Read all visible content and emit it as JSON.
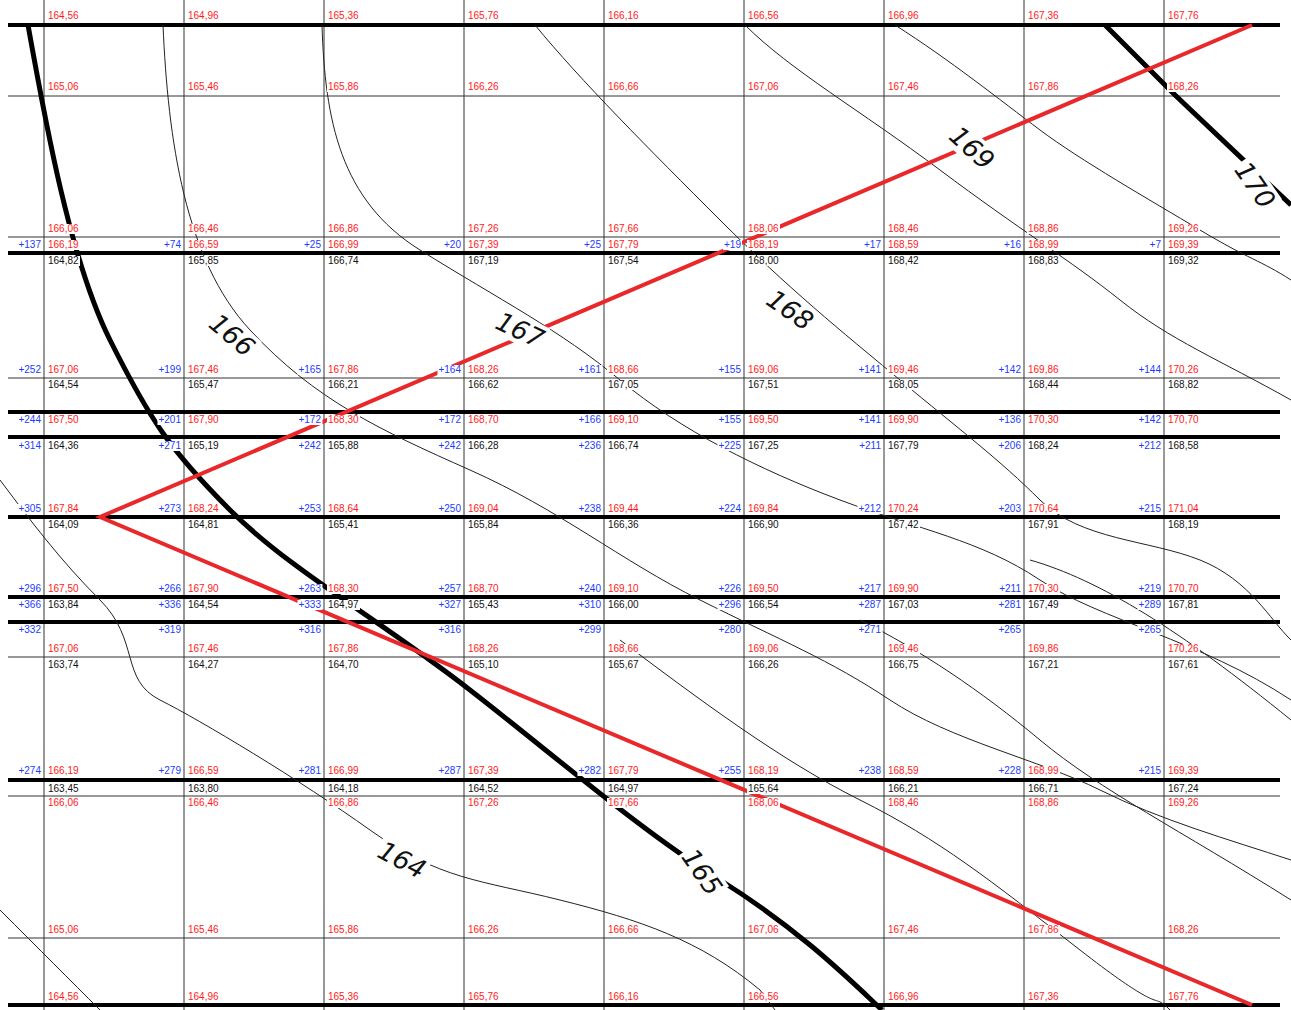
{
  "diagram": {
    "labels": [
      "164,56",
      "164,96",
      "165,36",
      "165,76",
      "166,16",
      "166,56",
      "166,96",
      "167,36",
      "167,76",
      "165,06",
      "165,46",
      "165,86",
      "166,26",
      "166,66",
      "167,06",
      "167,46",
      "167,86",
      "168,26",
      "166,06",
      "166,46",
      "166,86",
      "167,26",
      "167,66",
      "168,06",
      "168,46",
      "168,86",
      "169,26",
      "+137",
      "+74",
      "+25",
      "+20",
      "+25",
      "+19",
      "+17",
      "+16",
      "+7",
      "166,19",
      "166,59",
      "166,99",
      "167,39",
      "167,79",
      "168,19",
      "168,59",
      "168,99",
      "169,39",
      "164,82",
      "165,85",
      "166,74",
      "167,19",
      "167,54",
      "168,00",
      "168,42",
      "168,83",
      "169,32",
      "+252",
      "+199",
      "+165",
      "+164",
      "+161",
      "+155",
      "+141",
      "+142",
      "+144",
      "167,06",
      "167,46",
      "167,86",
      "168,26",
      "168,66",
      "169,06",
      "169,46",
      "169,86",
      "170,26",
      "164,54",
      "165,47",
      "166,21",
      "166,62",
      "167,05",
      "167,51",
      "168,05",
      "168,44",
      "168,82",
      "+244",
      "+201",
      "+172",
      "+172",
      "+166",
      "+155",
      "+141",
      "+136",
      "+142",
      "167,50",
      "167,90",
      "168,30",
      "168,70",
      "169,10",
      "169,50",
      "169,90",
      "170,30",
      "170,70",
      "+314",
      "+271",
      "+242",
      "+242",
      "+236",
      "+225",
      "+211",
      "+206",
      "+212",
      "164,36",
      "165,19",
      "165,88",
      "166,28",
      "166,74",
      "167,25",
      "167,79",
      "168,24",
      "168,58",
      "+305",
      "+273",
      "+253",
      "+250",
      "+238",
      "+224",
      "+212",
      "+203",
      "+215",
      "167,84",
      "168,24",
      "168,64",
      "169,04",
      "169,44",
      "169,84",
      "170,24",
      "170,64",
      "171,04",
      "164,09",
      "164,81",
      "165,41",
      "165,84",
      "166,36",
      "166,90",
      "167,42",
      "167,91",
      "168,19",
      "+296",
      "+266",
      "+263",
      "+257",
      "+240",
      "+226",
      "+217",
      "+211",
      "+219",
      "167,50",
      "167,90",
      "168,30",
      "168,70",
      "169,10",
      "169,50",
      "169,90",
      "170,30",
      "170,70",
      "+366",
      "+336",
      "+333",
      "+327",
      "+310",
      "+296",
      "+287",
      "+281",
      "+289",
      "163,84",
      "164,54",
      "164,97",
      "165,43",
      "166,00",
      "166,54",
      "167,03",
      "167,49",
      "167,81",
      "+332",
      "+319",
      "+316",
      "+316",
      "+299",
      "+280",
      "+271",
      "+265",
      "+265",
      "167,06",
      "167,46",
      "167,86",
      "168,26",
      "168,66",
      "169,06",
      "169,46",
      "169,86",
      "170,26",
      "163,74",
      "164,27",
      "164,70",
      "165,10",
      "165,67",
      "166,26",
      "166,75",
      "167,21",
      "167,61",
      "+274",
      "+279",
      "+281",
      "+287",
      "+282",
      "+255",
      "+238",
      "+228",
      "+215",
      "166,19",
      "166,59",
      "166,99",
      "167,39",
      "167,79",
      "168,19",
      "168,59",
      "168,99",
      "169,39",
      "163,45",
      "163,80",
      "164,18",
      "164,52",
      "164,97",
      "165,64",
      "166,21",
      "166,71",
      "167,24",
      "166,06",
      "166,46",
      "166,86",
      "167,26",
      "167,66",
      "168,06",
      "168,46",
      "168,86",
      "169,26",
      "165,06",
      "165,46",
      "165,86",
      "166,26",
      "166,66",
      "167,06",
      "167,46",
      "167,86",
      "168,26",
      "164,56",
      "164,96",
      "165,36",
      "165,76",
      "166,16",
      "166,56",
      "166,96",
      "167,36",
      "167,76",
      "166",
      "167",
      "168",
      "169",
      "170",
      "164",
      "165"
    ]
  }
}
